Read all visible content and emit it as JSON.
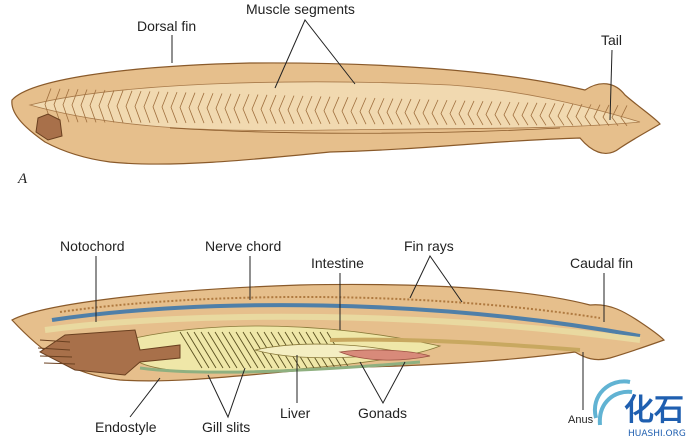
{
  "figure_a": {
    "panel_label": "A",
    "labels": {
      "dorsal_fin": "Dorsal fin",
      "muscle_segments": "Muscle segments",
      "tail": "Tail"
    }
  },
  "figure_b": {
    "labels": {
      "notochord": "Notochord",
      "nerve_chord": "Nerve chord",
      "intestine": "Intestine",
      "fin_rays": "Fin rays",
      "caudal_fin": "Caudal fin",
      "endostyle": "Endostyle",
      "gill_slits": "Gill slits",
      "liver": "Liver",
      "gonads": "Gonads",
      "anus": "Anus"
    }
  },
  "watermark": {
    "text": "化石",
    "subtext": "HUASHI.ORG"
  },
  "colors": {
    "body": "#e8c08a",
    "outline": "#8a5a2a",
    "nerve": "#4f7fa8",
    "pharynx": "#efe7a8",
    "oral": "#a8704a",
    "gonad": "#d88a7a"
  }
}
